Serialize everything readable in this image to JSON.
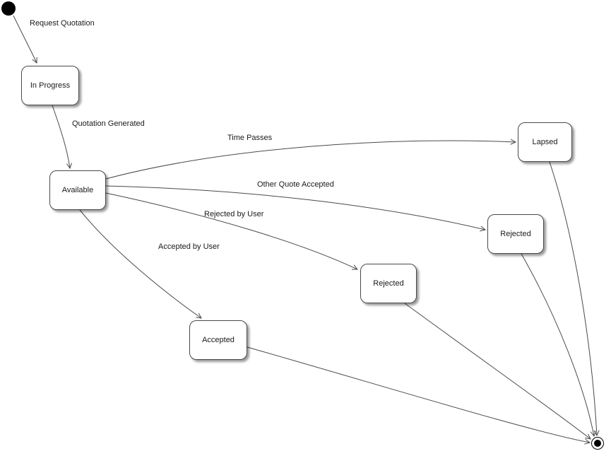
{
  "diagram": {
    "type": "uml-state-diagram",
    "states": [
      {
        "id": "in-progress",
        "label": "In Progress"
      },
      {
        "id": "available",
        "label": "Available"
      },
      {
        "id": "lapsed",
        "label": "Lapsed"
      },
      {
        "id": "rejected-upper",
        "label": "Rejected"
      },
      {
        "id": "rejected-lower",
        "label": "Rejected"
      },
      {
        "id": "accepted",
        "label": "Accepted"
      }
    ],
    "transitions": [
      {
        "id": "request-quotation",
        "label": "Request Quotation",
        "from": "initial",
        "to": "In Progress"
      },
      {
        "id": "quotation-generated",
        "label": "Quotation Generated",
        "from": "In Progress",
        "to": "Available"
      },
      {
        "id": "time-passes",
        "label": "Time Passes",
        "from": "Available",
        "to": "Lapsed"
      },
      {
        "id": "other-quote-accepted",
        "label": "Other Quote Accepted",
        "from": "Available",
        "to": "Rejected"
      },
      {
        "id": "rejected-by-user",
        "label": "Rejected by User",
        "from": "Available",
        "to": "Rejected"
      },
      {
        "id": "accepted-by-user",
        "label": "Accepted by User",
        "from": "Available",
        "to": "Accepted"
      }
    ],
    "colors": {
      "node_fill": "#ffffff",
      "node_border": "#4a4a4a",
      "edge": "#4a4a4a",
      "text": "#1a1a1a",
      "terminal": "#000000"
    }
  }
}
